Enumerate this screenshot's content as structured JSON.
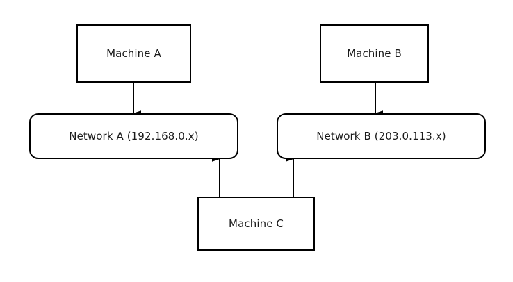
{
  "diagram": {
    "background_color": "#ffffff",
    "stroke_color": "#000000",
    "text_color": "#1a1a1a",
    "nodes": [
      {
        "id": "machine-a",
        "label": "Machine A",
        "shape": "rectangle"
      },
      {
        "id": "machine-b",
        "label": "Machine B",
        "shape": "rectangle"
      },
      {
        "id": "machine-c",
        "label": "Machine C",
        "shape": "rectangle"
      },
      {
        "id": "network-a",
        "label": "Network A (192.168.0.x)",
        "shape": "rounded-rectangle"
      },
      {
        "id": "network-b",
        "label": "Network B (203.0.113.x)",
        "shape": "rounded-rectangle"
      }
    ],
    "edges": [
      {
        "id": "edge-machine-a-to-network-a",
        "from": "machine-a",
        "to": "network-a",
        "direction": "down",
        "arrowhead": "filled-triangle"
      },
      {
        "id": "edge-machine-b-to-network-b",
        "from": "machine-b",
        "to": "network-b",
        "direction": "down",
        "arrowhead": "filled-triangle"
      },
      {
        "id": "edge-machine-c-to-network-a",
        "from": "machine-c",
        "to": "network-a",
        "direction": "up",
        "arrowhead": "filled-triangle"
      },
      {
        "id": "edge-machine-c-to-network-b",
        "from": "machine-c",
        "to": "network-b",
        "direction": "up",
        "arrowhead": "filled-triangle"
      }
    ]
  }
}
